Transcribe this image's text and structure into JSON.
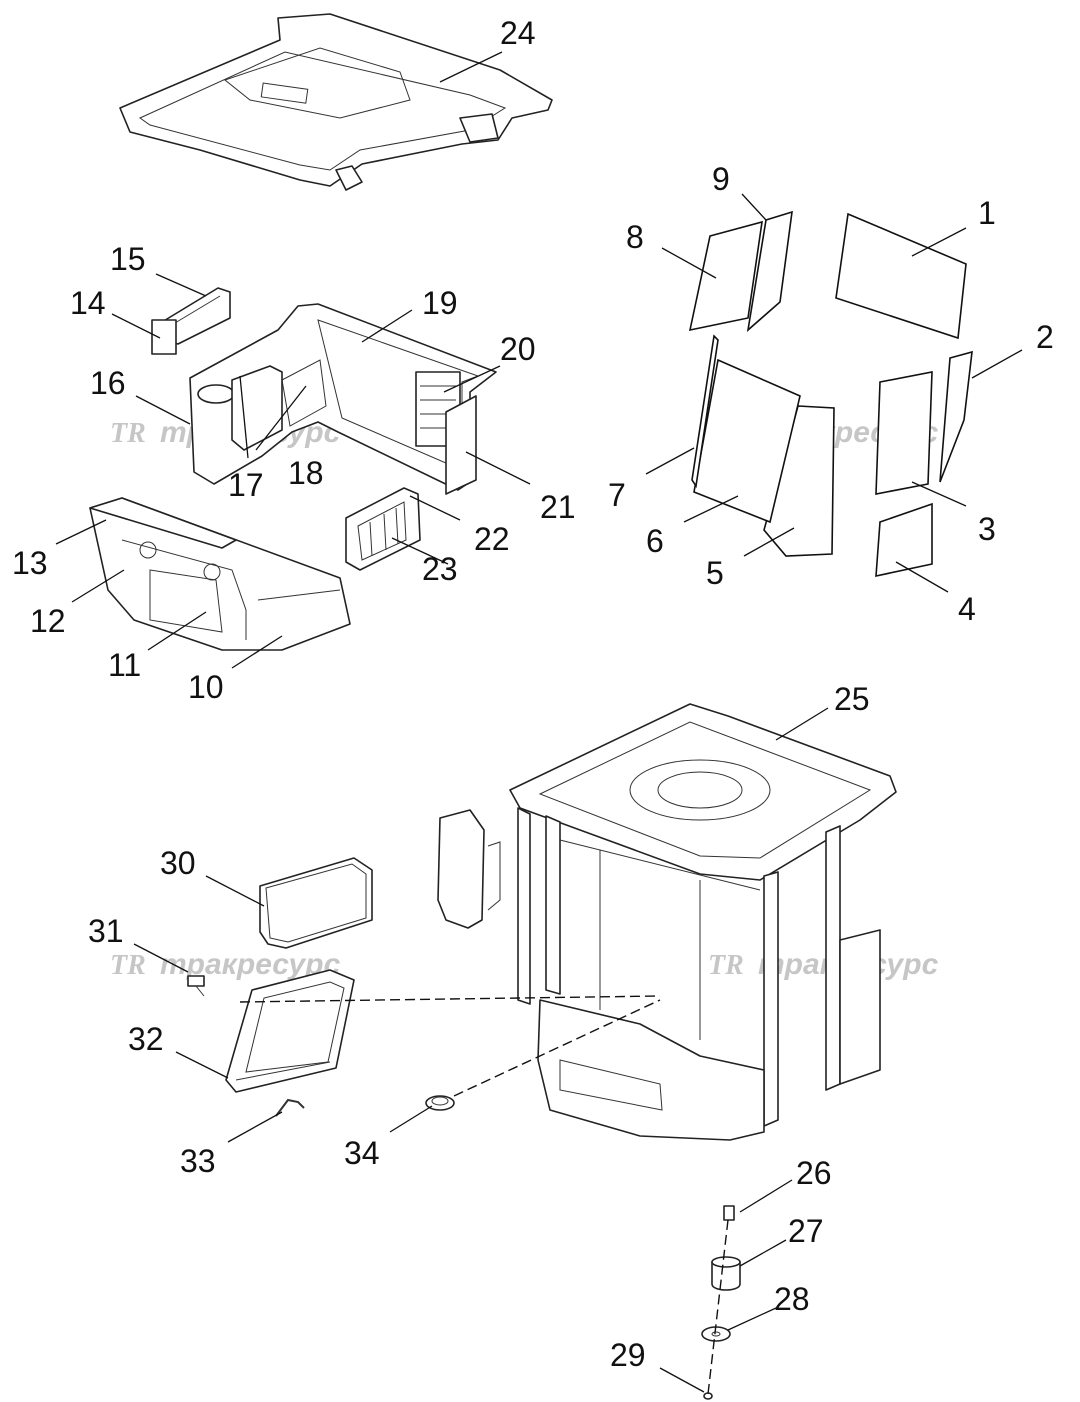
{
  "watermark": {
    "logo": "TR",
    "text": "тракресурс"
  },
  "callouts": {
    "c1": "1",
    "c2": "2",
    "c3": "3",
    "c4": "4",
    "c5": "5",
    "c6": "6",
    "c7": "7",
    "c8": "8",
    "c9": "9",
    "c10": "10",
    "c11": "11",
    "c12": "12",
    "c13": "13",
    "c14": "14",
    "c15": "15",
    "c16": "16",
    "c17": "17",
    "c18": "18",
    "c19": "19",
    "c20": "20",
    "c21": "21",
    "c22": "22",
    "c23": "23",
    "c24": "24",
    "c25": "25",
    "c26": "26",
    "c27": "27",
    "c28": "28",
    "c29": "29",
    "c30": "30",
    "c31": "31",
    "c32": "32",
    "c33": "33",
    "c34": "34"
  }
}
